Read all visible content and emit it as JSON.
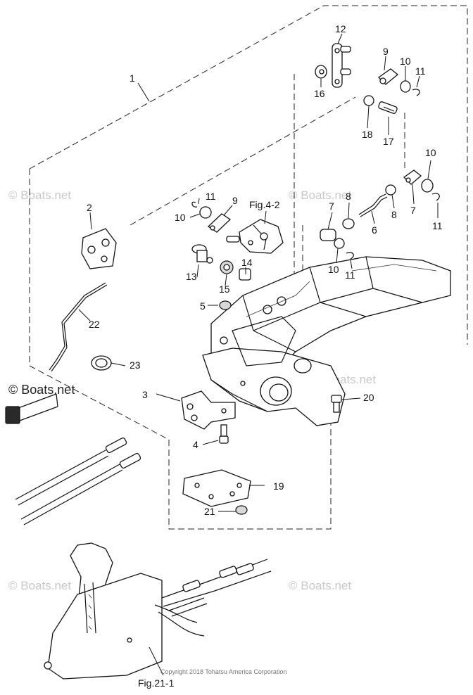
{
  "diagram": {
    "callouts": {
      "c1": "1",
      "c2": "2",
      "c3": "3",
      "c4": "4",
      "c5": "5",
      "c6": "6",
      "c7a": "7",
      "c7b": "7",
      "c8a": "8",
      "c8b": "8",
      "c9a": "9",
      "c9b": "9",
      "c10a": "10",
      "c10b": "10",
      "c10c": "10",
      "c10d": "10",
      "c11a": "11",
      "c11b": "11",
      "c11c": "11",
      "c11d": "11",
      "c12": "12",
      "c13": "13",
      "c14": "14",
      "c15": "15",
      "c16": "16",
      "c17": "17",
      "c18": "18",
      "c19": "19",
      "c20": "20",
      "c21": "21",
      "c22": "22",
      "c23": "23"
    },
    "fig_refs": {
      "fig_4_2": "Fig.4-2",
      "fig_21_1": "Fig.21-1"
    },
    "watermarks": {
      "wm1": "© Boats.net",
      "wm2": "© Boats.net",
      "wm3": "© Boats.net",
      "wm4": "© Boats.net",
      "wm5": "© Boats.net",
      "wm6": "© Boats.net"
    },
    "copyright": "Copyright 2018 Tohatsu America Corporation"
  }
}
